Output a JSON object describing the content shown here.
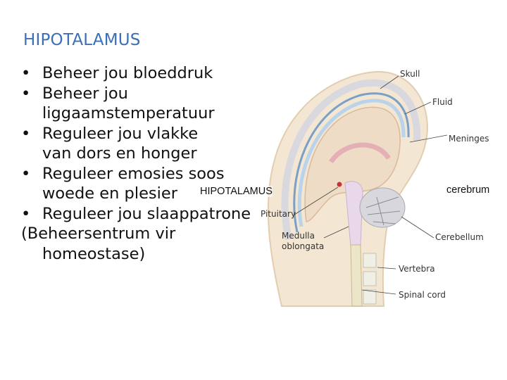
{
  "slide": {
    "title": "HIPOTALAMUS",
    "bullets": [
      {
        "marker": "•",
        "text": "Beheer jou bloeddruk"
      },
      {
        "marker": "•",
        "text": "Beheer jou liggaamstemperatuur"
      },
      {
        "marker": "•",
        "text": "Reguleer jou vlakke van dors en honger"
      },
      {
        "marker": "•",
        "text": "Reguleer emosies soos woede en plesier"
      },
      {
        "marker": "•",
        "text": "Reguleer jou slaappatrone"
      }
    ],
    "note": "(Beheersentrum vir homeostase)"
  },
  "figure": {
    "labels": {
      "skull": "Skull",
      "fluid": "Fluid",
      "meninges": "Meninges",
      "pituitary": "Pituitary",
      "medulla": "Medulla\noblongata",
      "cerebellum": "Cerebellum",
      "vertebra": "Vertebra",
      "spinal_cord": "Spinal cord"
    },
    "overlay_hypothalamus": "HIPOTALAMUS",
    "overlay_cerebrum": "cerebrum"
  }
}
